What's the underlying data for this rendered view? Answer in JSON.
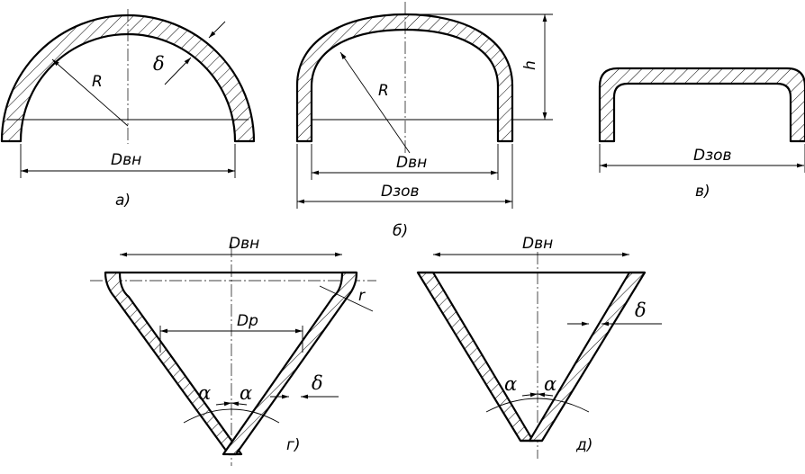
{
  "figure_a": {
    "caption": "а)",
    "d_label": "Dвн",
    "r_label": "R",
    "delta_label": "δ"
  },
  "figure_b": {
    "caption": "б)",
    "d_in_label": "Dвн",
    "d_out_label": "Dзов",
    "r_label": "R",
    "h_label": "h"
  },
  "figure_v": {
    "caption": "в)",
    "d_label": "Dзов"
  },
  "figure_g": {
    "caption": "г)",
    "d_label": "Dвн",
    "dp_label": "Dр",
    "r_label": "r",
    "delta_label": "δ",
    "alpha_left": "α",
    "alpha_right": "α"
  },
  "figure_d": {
    "caption": "д)",
    "d_label": "Dвн",
    "delta_label": "δ",
    "alpha_left": "α",
    "alpha_right": "α"
  }
}
